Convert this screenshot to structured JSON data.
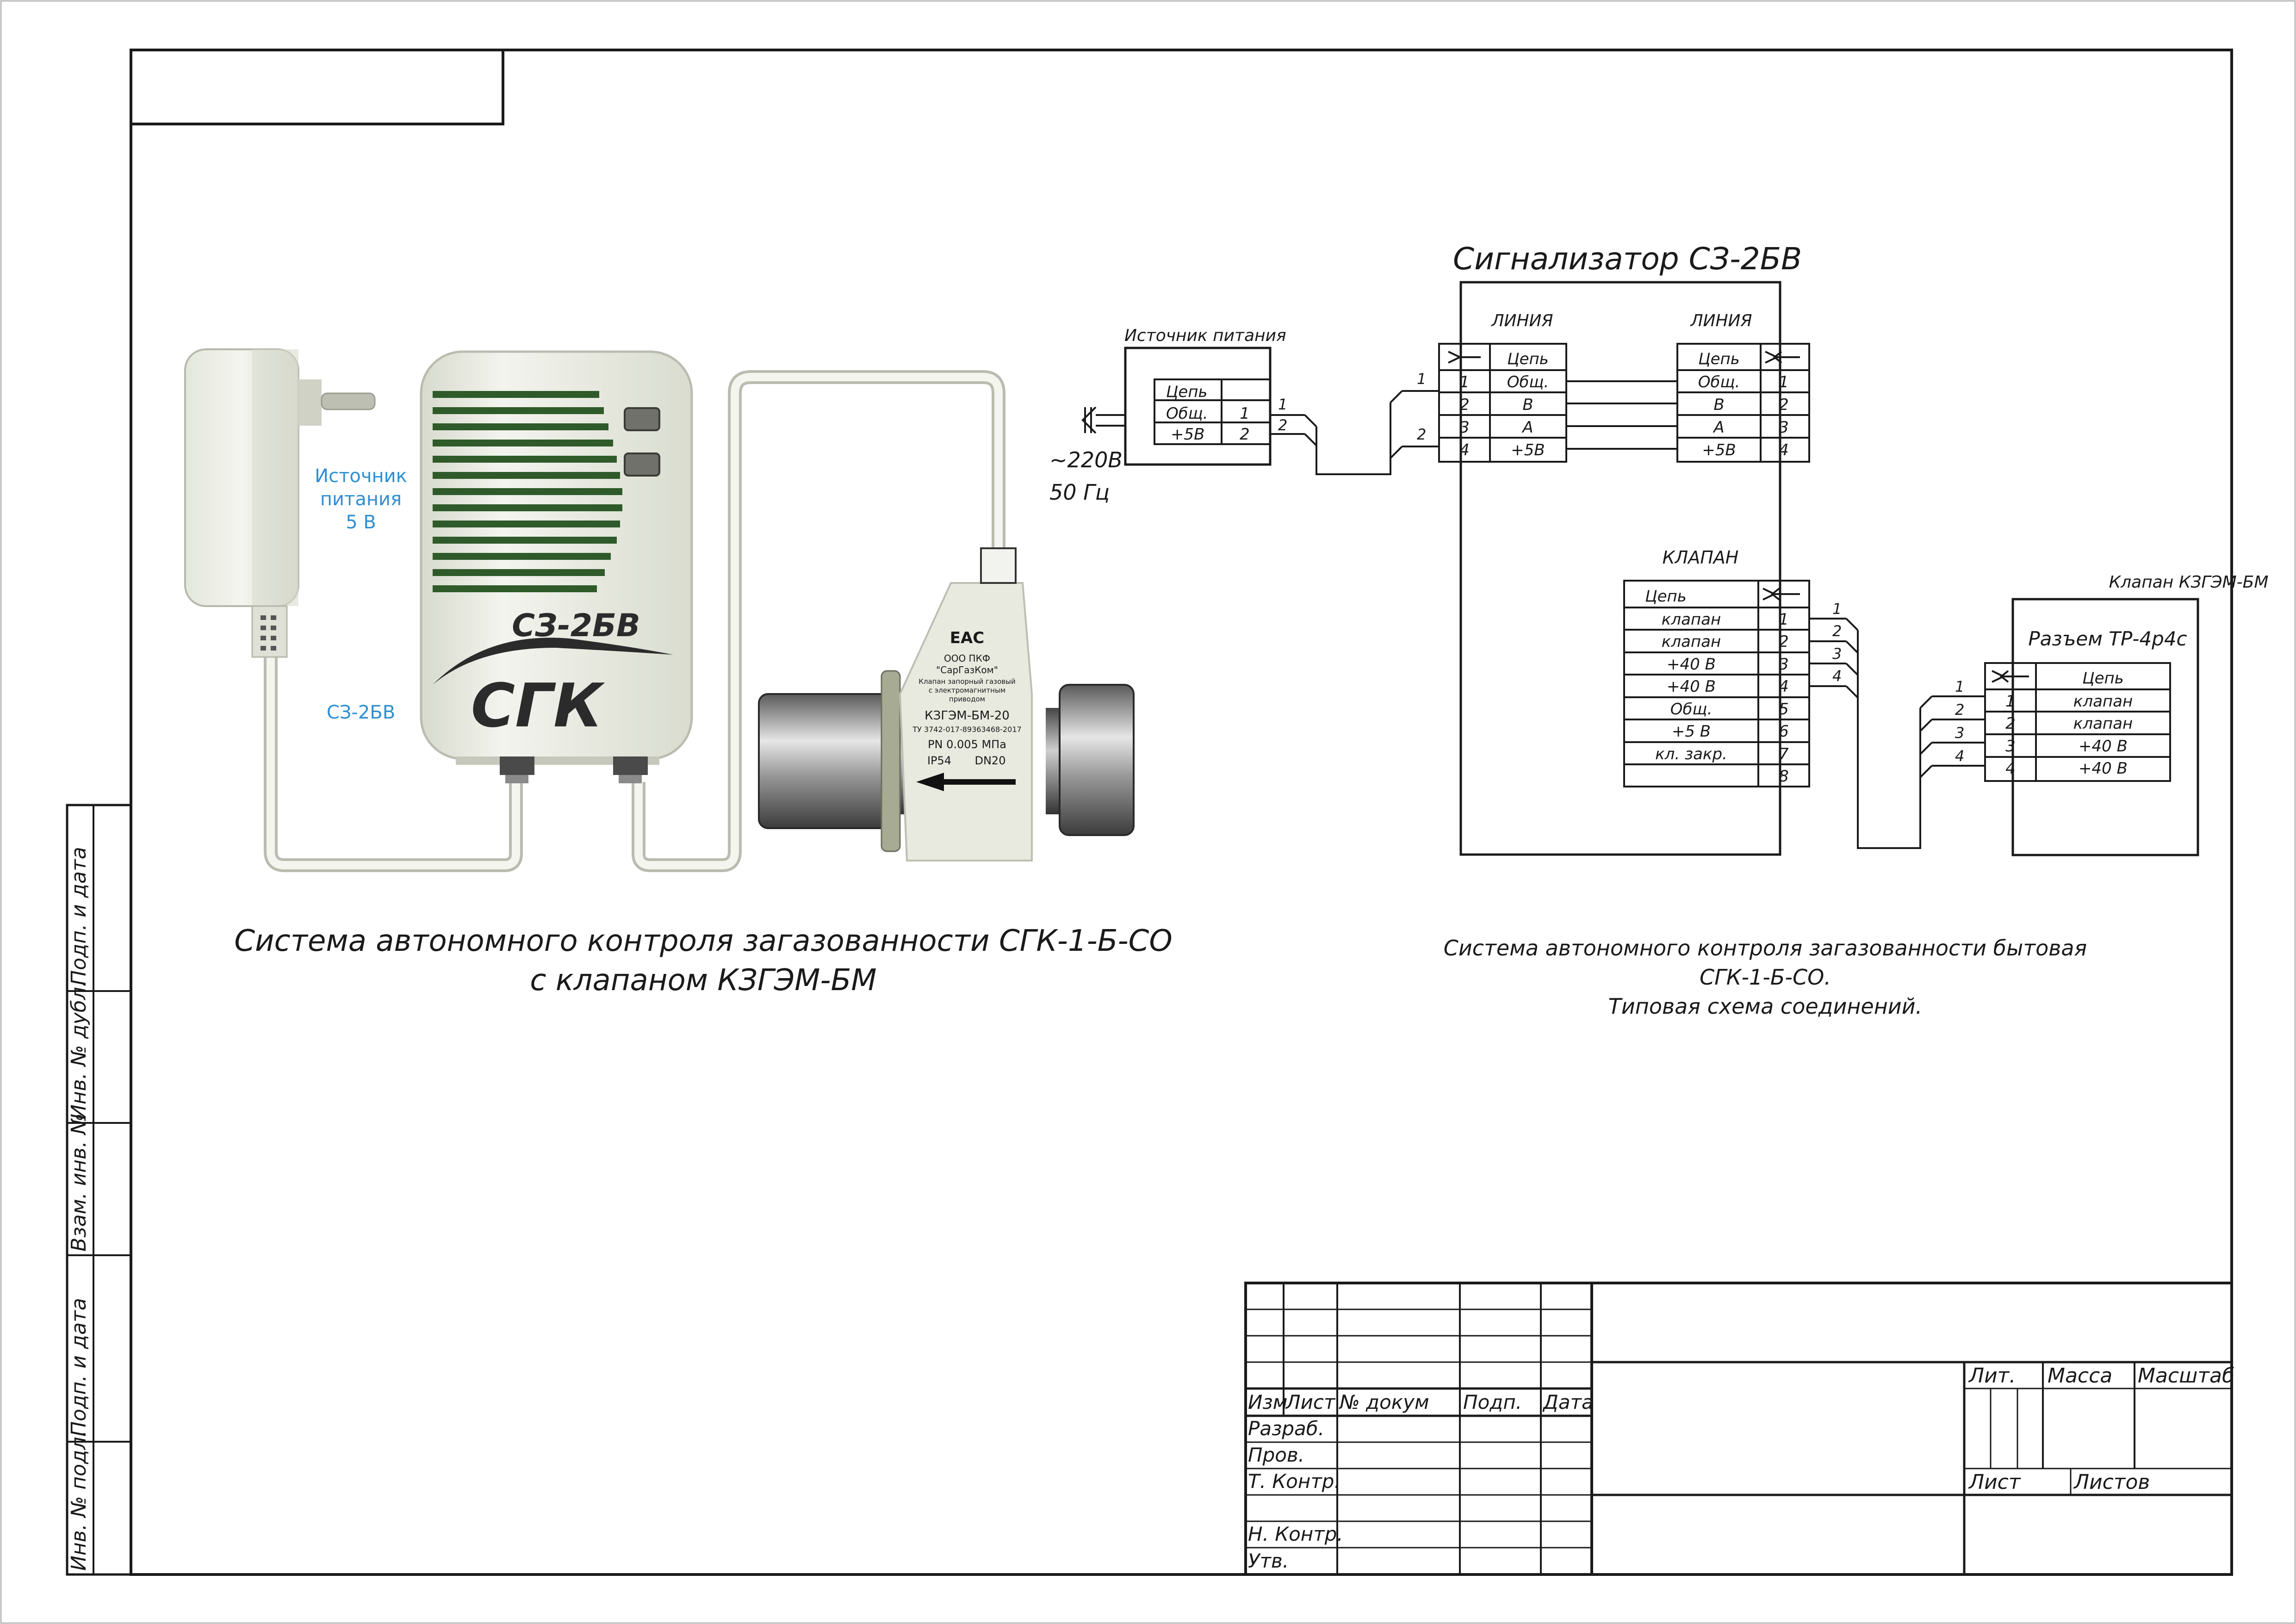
{
  "colors": {
    "line": "#1a1a1a",
    "label_blue": "#2f8fd0",
    "device_body": "#eef0e6",
    "grille_green": "#2f5a2a",
    "logo_dark": "#2b2b2b"
  },
  "illustration": {
    "power_supply_label": [
      "Источник",
      "питания",
      "5 В"
    ],
    "device_label": "СЗ-2БВ",
    "device_model": "СЗ-2БВ",
    "device_logo": "СГК",
    "valve_plate": {
      "mark": "ЕАС",
      "maker": [
        "ООО ПКФ",
        "\"СарГазКом\""
      ],
      "description": [
        "Клапан запорный газовый",
        "с электромагнитным",
        "приводом"
      ],
      "model": "КЗГЭМ-БМ-20",
      "tu": "ТУ 3742-017-89363468-2017",
      "pressure": "PN 0.005 МПа",
      "ip": "IP54",
      "dn": "DN20"
    },
    "caption": [
      "Система автономного контроля загазованности СГК-1-Б-СО",
      "с клапаном КЗГЭМ-БМ"
    ]
  },
  "schematic": {
    "title": "Сигнализатор СЗ-2БВ",
    "psu": {
      "title": "Источник питания",
      "header": "Цепь",
      "rows": [
        {
          "name": "Общ.",
          "num": "1"
        },
        {
          "name": "+5В",
          "num": "2"
        }
      ],
      "mains": [
        "~220В",
        "50 Гц"
      ],
      "wire_labels": [
        "1",
        "2"
      ]
    },
    "linia_left": {
      "title": "ЛИНИЯ",
      "header": "Цепь",
      "rows": [
        {
          "num": "1",
          "name": "Общ."
        },
        {
          "num": "2",
          "name": "В"
        },
        {
          "num": "3",
          "name": "А"
        },
        {
          "num": "4",
          "name": "+5В"
        }
      ],
      "wire_labels": [
        "1",
        "2"
      ]
    },
    "linia_right": {
      "title": "ЛИНИЯ",
      "header": "Цепь",
      "rows": [
        {
          "name": "Общ.",
          "num": "1"
        },
        {
          "name": "В",
          "num": "2"
        },
        {
          "name": "А",
          "num": "3"
        },
        {
          "name": "+5В",
          "num": "4"
        }
      ]
    },
    "klapan": {
      "title": "КЛАПАН",
      "header": "Цепь",
      "rows": [
        {
          "name": "клапан",
          "num": "1"
        },
        {
          "name": "клапан",
          "num": "2"
        },
        {
          "name": "+40 В",
          "num": "3"
        },
        {
          "name": "+40 В",
          "num": "4"
        },
        {
          "name": "Общ.",
          "num": "5"
        },
        {
          "name": "+5 В",
          "num": "6"
        },
        {
          "name": "кл. закр.",
          "num": "7"
        },
        {
          "name": "",
          "num": "8"
        }
      ],
      "wire_labels": [
        "1",
        "2",
        "3",
        "4"
      ]
    },
    "valve": {
      "title": "Клапан КЗГЭМ-БМ",
      "connector": "Разъем ТР-4р4с",
      "header": "Цепь",
      "rows": [
        {
          "num": "1",
          "name": "клапан"
        },
        {
          "num": "2",
          "name": "клапан"
        },
        {
          "num": "3",
          "name": "+40 В"
        },
        {
          "num": "4",
          "name": "+40 В"
        }
      ],
      "wire_labels": [
        "1",
        "2",
        "3",
        "4"
      ]
    },
    "caption": [
      "Система автономного контроля загазованности бытовая",
      "СГК-1-Б-СО.",
      "Типовая схема соединений."
    ]
  },
  "frame": {
    "side_labels": [
      "Подп. и дата",
      "Инв. № дубл.",
      "Взам. инв. №",
      "Подп. и дата",
      "Инв. № подл."
    ]
  },
  "title_block": {
    "headers": [
      "Изм",
      "Лист",
      "№ докум",
      "Подп.",
      "Дата"
    ],
    "roles": [
      "Разраб.",
      "Пров.",
      "Т. Контр.",
      "",
      "Н. Контр.",
      "Утв."
    ],
    "info": [
      "Лит.",
      "Масса",
      "Масштаб"
    ],
    "sheet": "Лист",
    "sheets": "Листов"
  }
}
